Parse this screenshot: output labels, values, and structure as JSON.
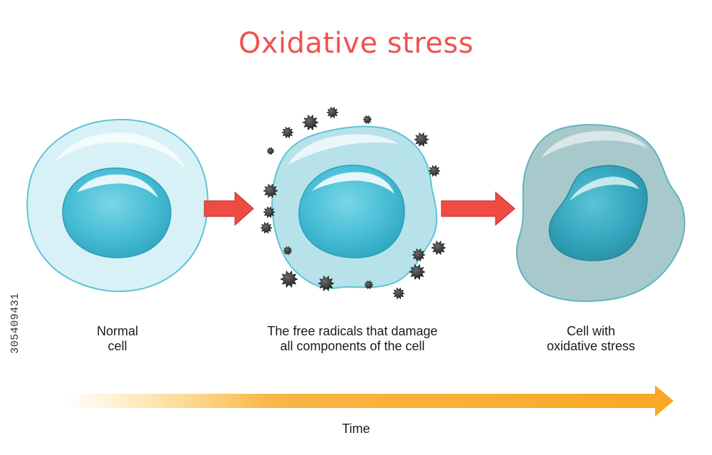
{
  "title": "Oxidative stress",
  "stages": [
    {
      "caption_lines": [
        "Normal",
        "cell"
      ]
    },
    {
      "caption_lines": [
        "The free radicals that damage",
        "all components of the cell"
      ]
    },
    {
      "caption_lines": [
        "Cell with",
        "oxidative stress"
      ]
    }
  ],
  "timeline": {
    "label": "Time"
  },
  "stock_id": "305409431",
  "colors": {
    "title": "#ef5350",
    "arrow": "#ef4b45",
    "timeline": "#f9a825",
    "cell_outline": "#5fc3d6",
    "cytoplasm_normal": "#d8f1f6",
    "cytoplasm_stressed": "#a8c9cc",
    "nucleus": "#3fb8d1",
    "nucleus_stressed": "#2f9fb4",
    "radical": "#2b2b2b"
  },
  "icons": [
    "free-radical-icon",
    "process-arrow-icon"
  ]
}
